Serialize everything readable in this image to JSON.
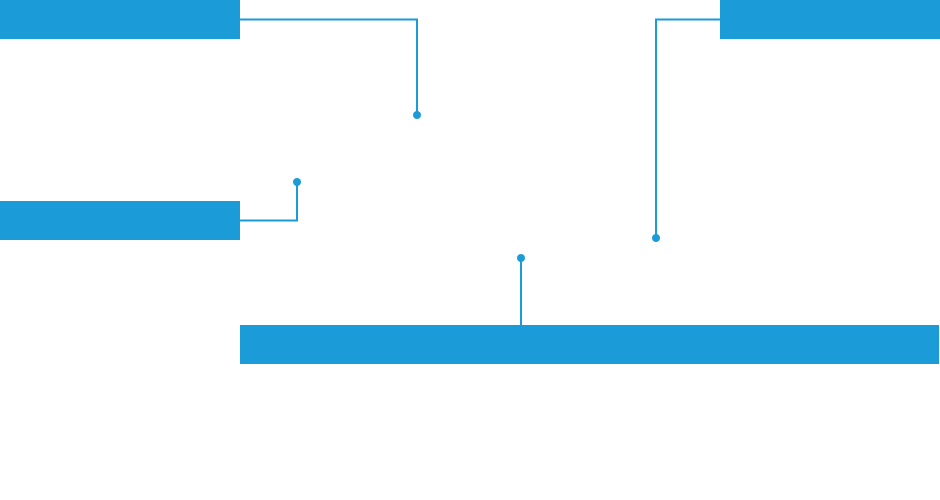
{
  "theme": {
    "accent": "#1b9bd7",
    "background": "#ffffff"
  },
  "callouts": [
    {
      "id": "top-left",
      "label": ""
    },
    {
      "id": "top-right",
      "label": ""
    },
    {
      "id": "middle-left",
      "label": ""
    },
    {
      "id": "bottom",
      "label": ""
    }
  ]
}
